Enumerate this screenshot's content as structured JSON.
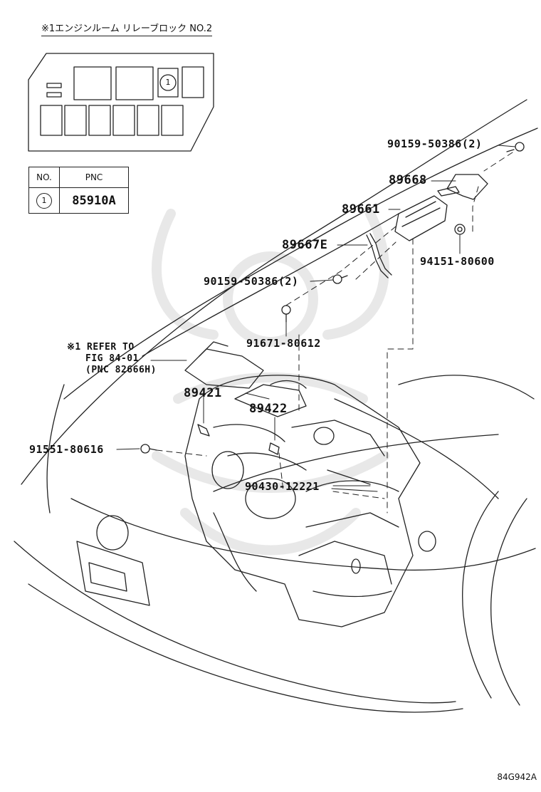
{
  "relay_block": {
    "title": "※1エンジンルーム リレーブロック NO.2",
    "marker": "1"
  },
  "pnc_table": {
    "headers": [
      "NO.",
      "PNC"
    ],
    "rows": [
      {
        "no": "1",
        "pnc": "85910A"
      }
    ]
  },
  "parts": {
    "p1": "90159-50386(2)",
    "p2": "89668",
    "p3": "89661",
    "p4": "89667E",
    "p5": "94151-80600",
    "p6": "90159-50386(2)",
    "p7": "91671-80612",
    "p8": "89421",
    "p9": "89422",
    "p10": "91551-80616",
    "p11": "90430-12221"
  },
  "reference": {
    "line1": "※1 REFER TO",
    "line2": "FIG 84-01",
    "line3": "(PNC 82666H)"
  },
  "figure_id": "84G942A"
}
